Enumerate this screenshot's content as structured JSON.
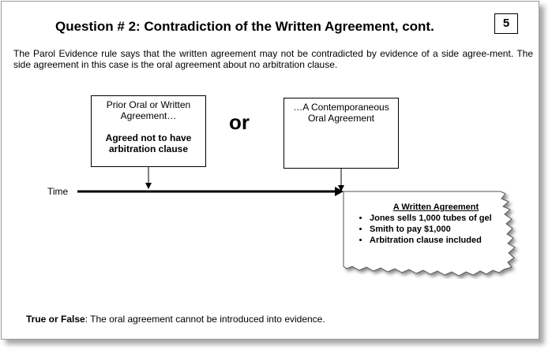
{
  "slide": {
    "title": "Question # 2: Contradiction of the Written Agreement, cont.",
    "page_number": "5",
    "intro": "The Parol Evidence rule says that the written agreement may not be contradicted by evidence of a side agree-ment.  The side agreement in this case is the oral agreement about no arbitration clause."
  },
  "diagram": {
    "prior_box": {
      "line1": "Prior Oral or Written Agreement…",
      "line2": "Agreed not to have arbitration clause"
    },
    "or_word": "or",
    "contemporaneous_box": {
      "text": "…A Contemporaneous Oral Agreement"
    },
    "timeline_label": "Time",
    "written_agreement": {
      "heading": "A Written Agreement",
      "items": [
        "Jones sells 1,000 tubes of gel",
        "Smith to pay $1,000",
        "Arbitration clause included"
      ]
    }
  },
  "question": {
    "lead": "True or False",
    "text": ": The oral agreement cannot be introduced into evidence."
  }
}
